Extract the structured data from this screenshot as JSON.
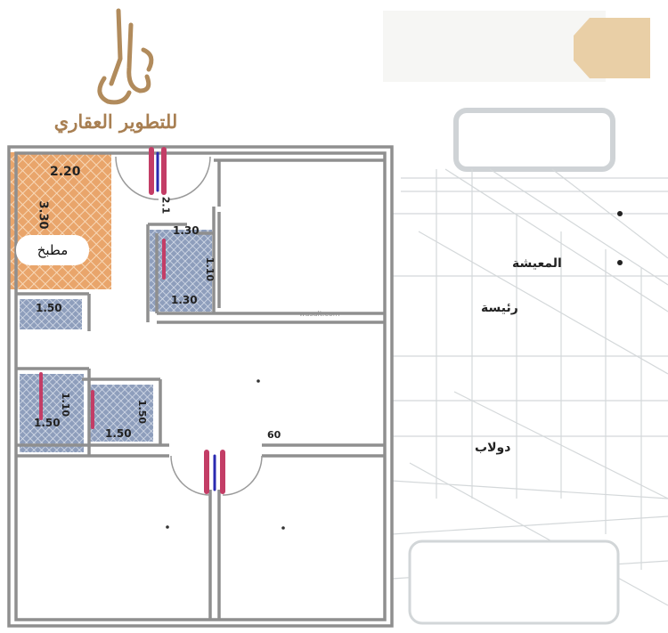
{
  "logo": {
    "name": "للتطوير العقاري"
  },
  "plan": {
    "kitchen_label": "مطبخ",
    "dims": [
      "2.20",
      "3.30",
      "1.30",
      "1.30",
      "1.10",
      "2.1",
      "1.50",
      "1.50",
      "1.10",
      "1.50",
      "1.50",
      "60"
    ]
  },
  "features": [
    "المعيشة",
    "رئيسة",
    "دولاب"
  ],
  "watermark": "wasalt.com",
  "colors": {
    "kitchen": "#e9a56b",
    "tile": "#8e9ebc",
    "logo": "#a87f52",
    "door": "#c33d66"
  }
}
